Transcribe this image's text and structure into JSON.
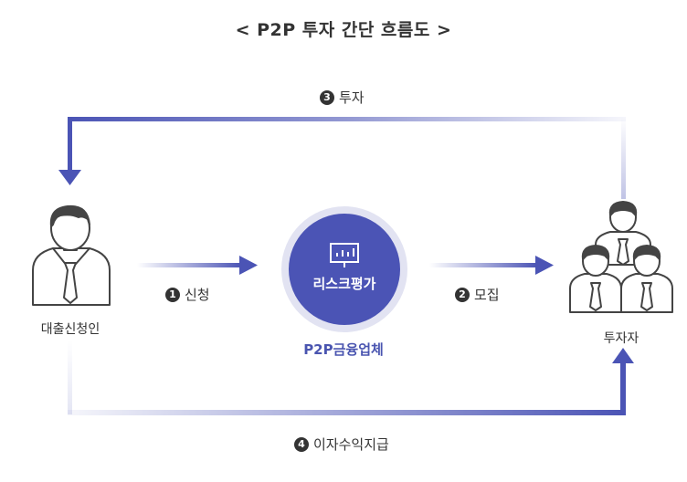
{
  "title": "< P2P 투자 간단 흐름도 >",
  "borrower": {
    "label": "대출신청인"
  },
  "investors": {
    "label": "투자자"
  },
  "platform": {
    "center_label": "리스크평가",
    "name": "P2P금융업체"
  },
  "steps": [
    {
      "number": "1",
      "text": "신청"
    },
    {
      "number": "2",
      "text": "모집"
    },
    {
      "number": "3",
      "text": "투자"
    },
    {
      "number": "4",
      "text": "이자수익지급"
    }
  ],
  "colors": {
    "accent": "#4b54b5",
    "circle_ring": "#e2e3f2",
    "person_fill": "#ffffff",
    "hair": "#444444"
  }
}
